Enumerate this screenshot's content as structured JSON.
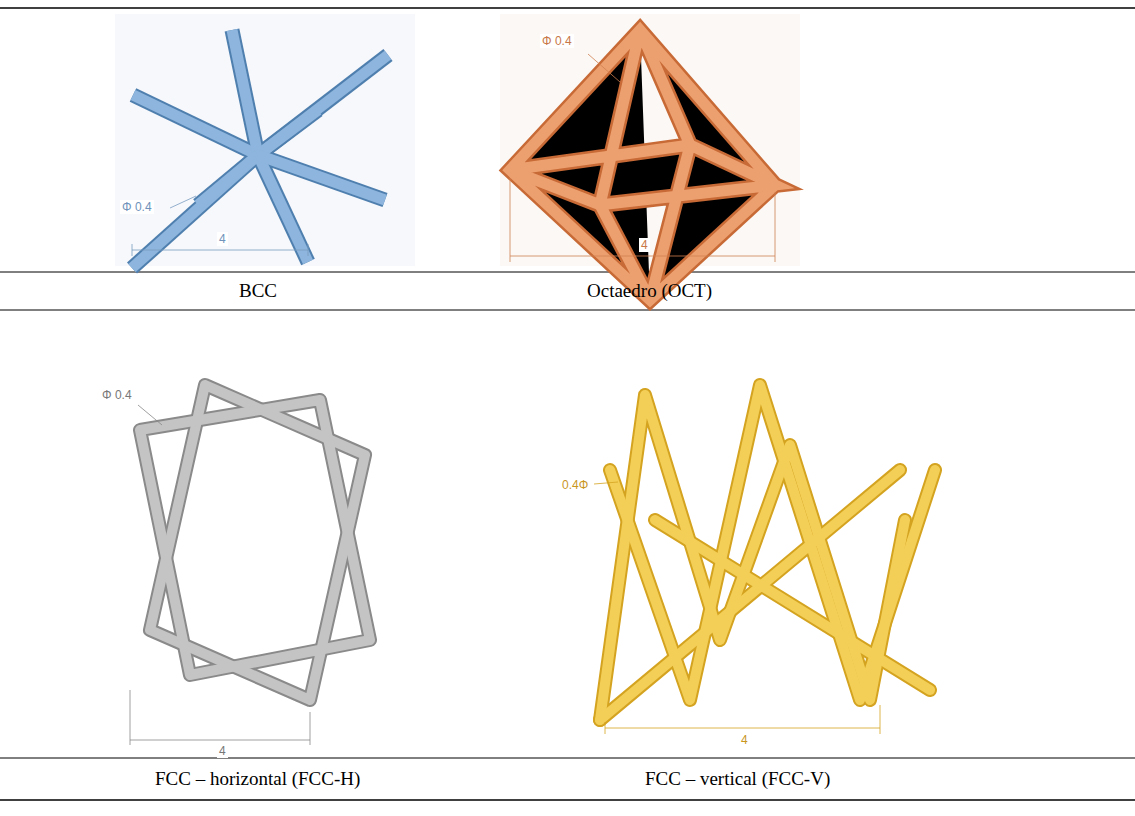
{
  "diagram": {
    "labels": [
      "Φ 0.4",
      "4",
      "Φ 0.4",
      "4",
      "BCC",
      "Octaedro (OCT)",
      "Φ 0.4",
      "4",
      "0.4Φ",
      "4",
      "FCC – horizontal (FCC-H)",
      "FCC – vertical (FCC-V)"
    ]
  }
}
